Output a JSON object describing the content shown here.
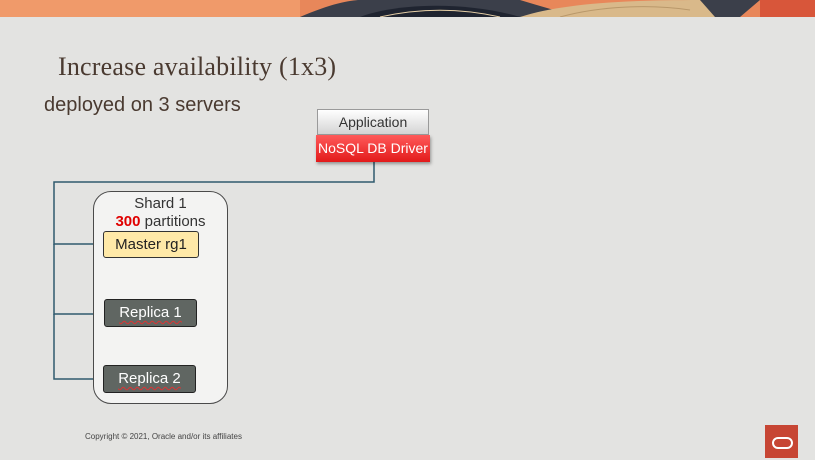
{
  "slide": {
    "title": "Increase availability (1x3)",
    "subtitle": "deployed on 3 servers",
    "copyright": "Copyright © 2021, Oracle and/or its affiliates"
  },
  "client": {
    "application_label": "Application",
    "driver_label": "NoSQL DB Driver"
  },
  "shard": {
    "name": "Shard 1",
    "partition_count": "300",
    "partition_suffix": " partitions",
    "master_label": "Master rg1",
    "replicas": [
      "Replica 1",
      "Replica 2"
    ]
  },
  "colors": {
    "background": "#e3e3e1",
    "driver_red": "#e21a1a",
    "master_fill": "#ffe9a8",
    "replica_fill": "#606662",
    "connector": "#2f5a6e",
    "oracle_logo": "#c74634"
  }
}
